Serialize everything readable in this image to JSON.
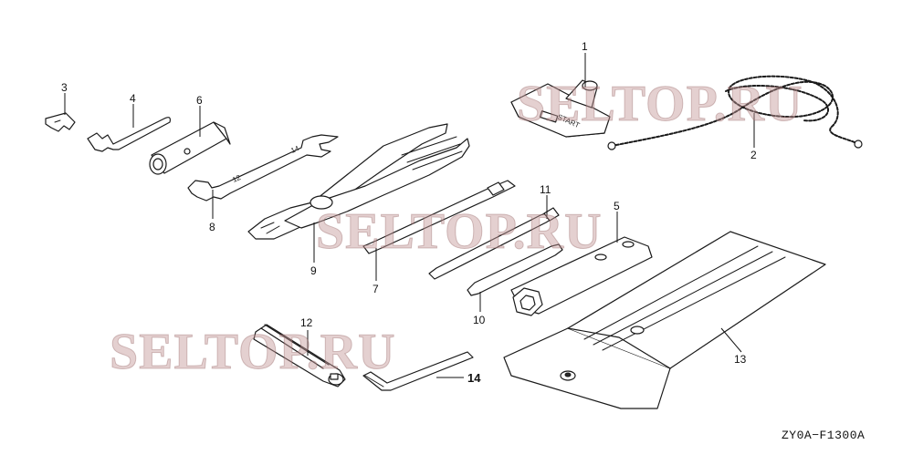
{
  "diagram": {
    "code": "ZY0A−F1300A",
    "start_text": "START",
    "wrench_size_12": "12",
    "wrench_size_14": "14",
    "watermarks": [
      "SELTOP.RU",
      "SELTOP.RU",
      "SELTOP.RU"
    ],
    "parts": [
      {
        "num": "1"
      },
      {
        "num": "2"
      },
      {
        "num": "3"
      },
      {
        "num": "4"
      },
      {
        "num": "5"
      },
      {
        "num": "6"
      },
      {
        "num": "7"
      },
      {
        "num": "8"
      },
      {
        "num": "9"
      },
      {
        "num": "10"
      },
      {
        "num": "11"
      },
      {
        "num": "12"
      },
      {
        "num": "13"
      },
      {
        "num": "14"
      }
    ]
  }
}
